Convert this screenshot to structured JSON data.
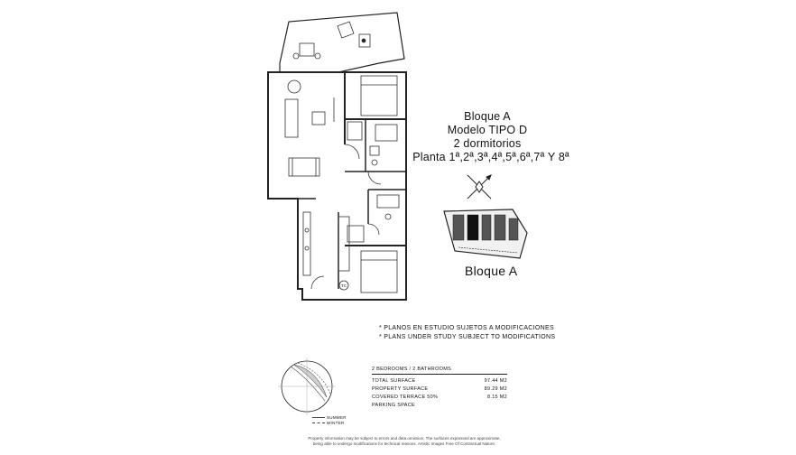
{
  "title": {
    "block": "Bloque A",
    "model": "Modelo TIPO D",
    "bedrooms": "2 dormitorios",
    "floors": "Planta 1ª,2ª,3ª,4ª,5ª,6ª,7ª Y 8ª"
  },
  "keyplan": {
    "label": "Bloque A"
  },
  "notes": [
    "* PLANOS EN ESTUDIO SUJETOS A MODIFICACIONES",
    "* PLANS UNDER STUDY SUBJECT TO MODIFICATIONS"
  ],
  "surfaces": {
    "header": "2 BEDROOMS / 2 BATHROOMS",
    "rows": [
      {
        "label": "TOTAL SURFACE",
        "value": "97.44 M2"
      },
      {
        "label": "PROPERTY SURFACE",
        "value": "89.29 M2"
      },
      {
        "label": "COVERED TERRACE 50%",
        "value": "8.15 M2"
      },
      {
        "label": "PARKING SPACE",
        "value": ""
      }
    ]
  },
  "legend": {
    "summer": "SUMMER",
    "winter": "WINTER"
  },
  "disclaimer": [
    "Property information may be subject to errors and data omission. The surfaces expressed are approximate,",
    "being able to undergo modifications for technical reasons. Artistic Images Free Of Contractual Nature."
  ],
  "plan_labels": {
    "meter_box": "TC"
  },
  "colors": {
    "line": "#222222",
    "background": "#ffffff"
  }
}
